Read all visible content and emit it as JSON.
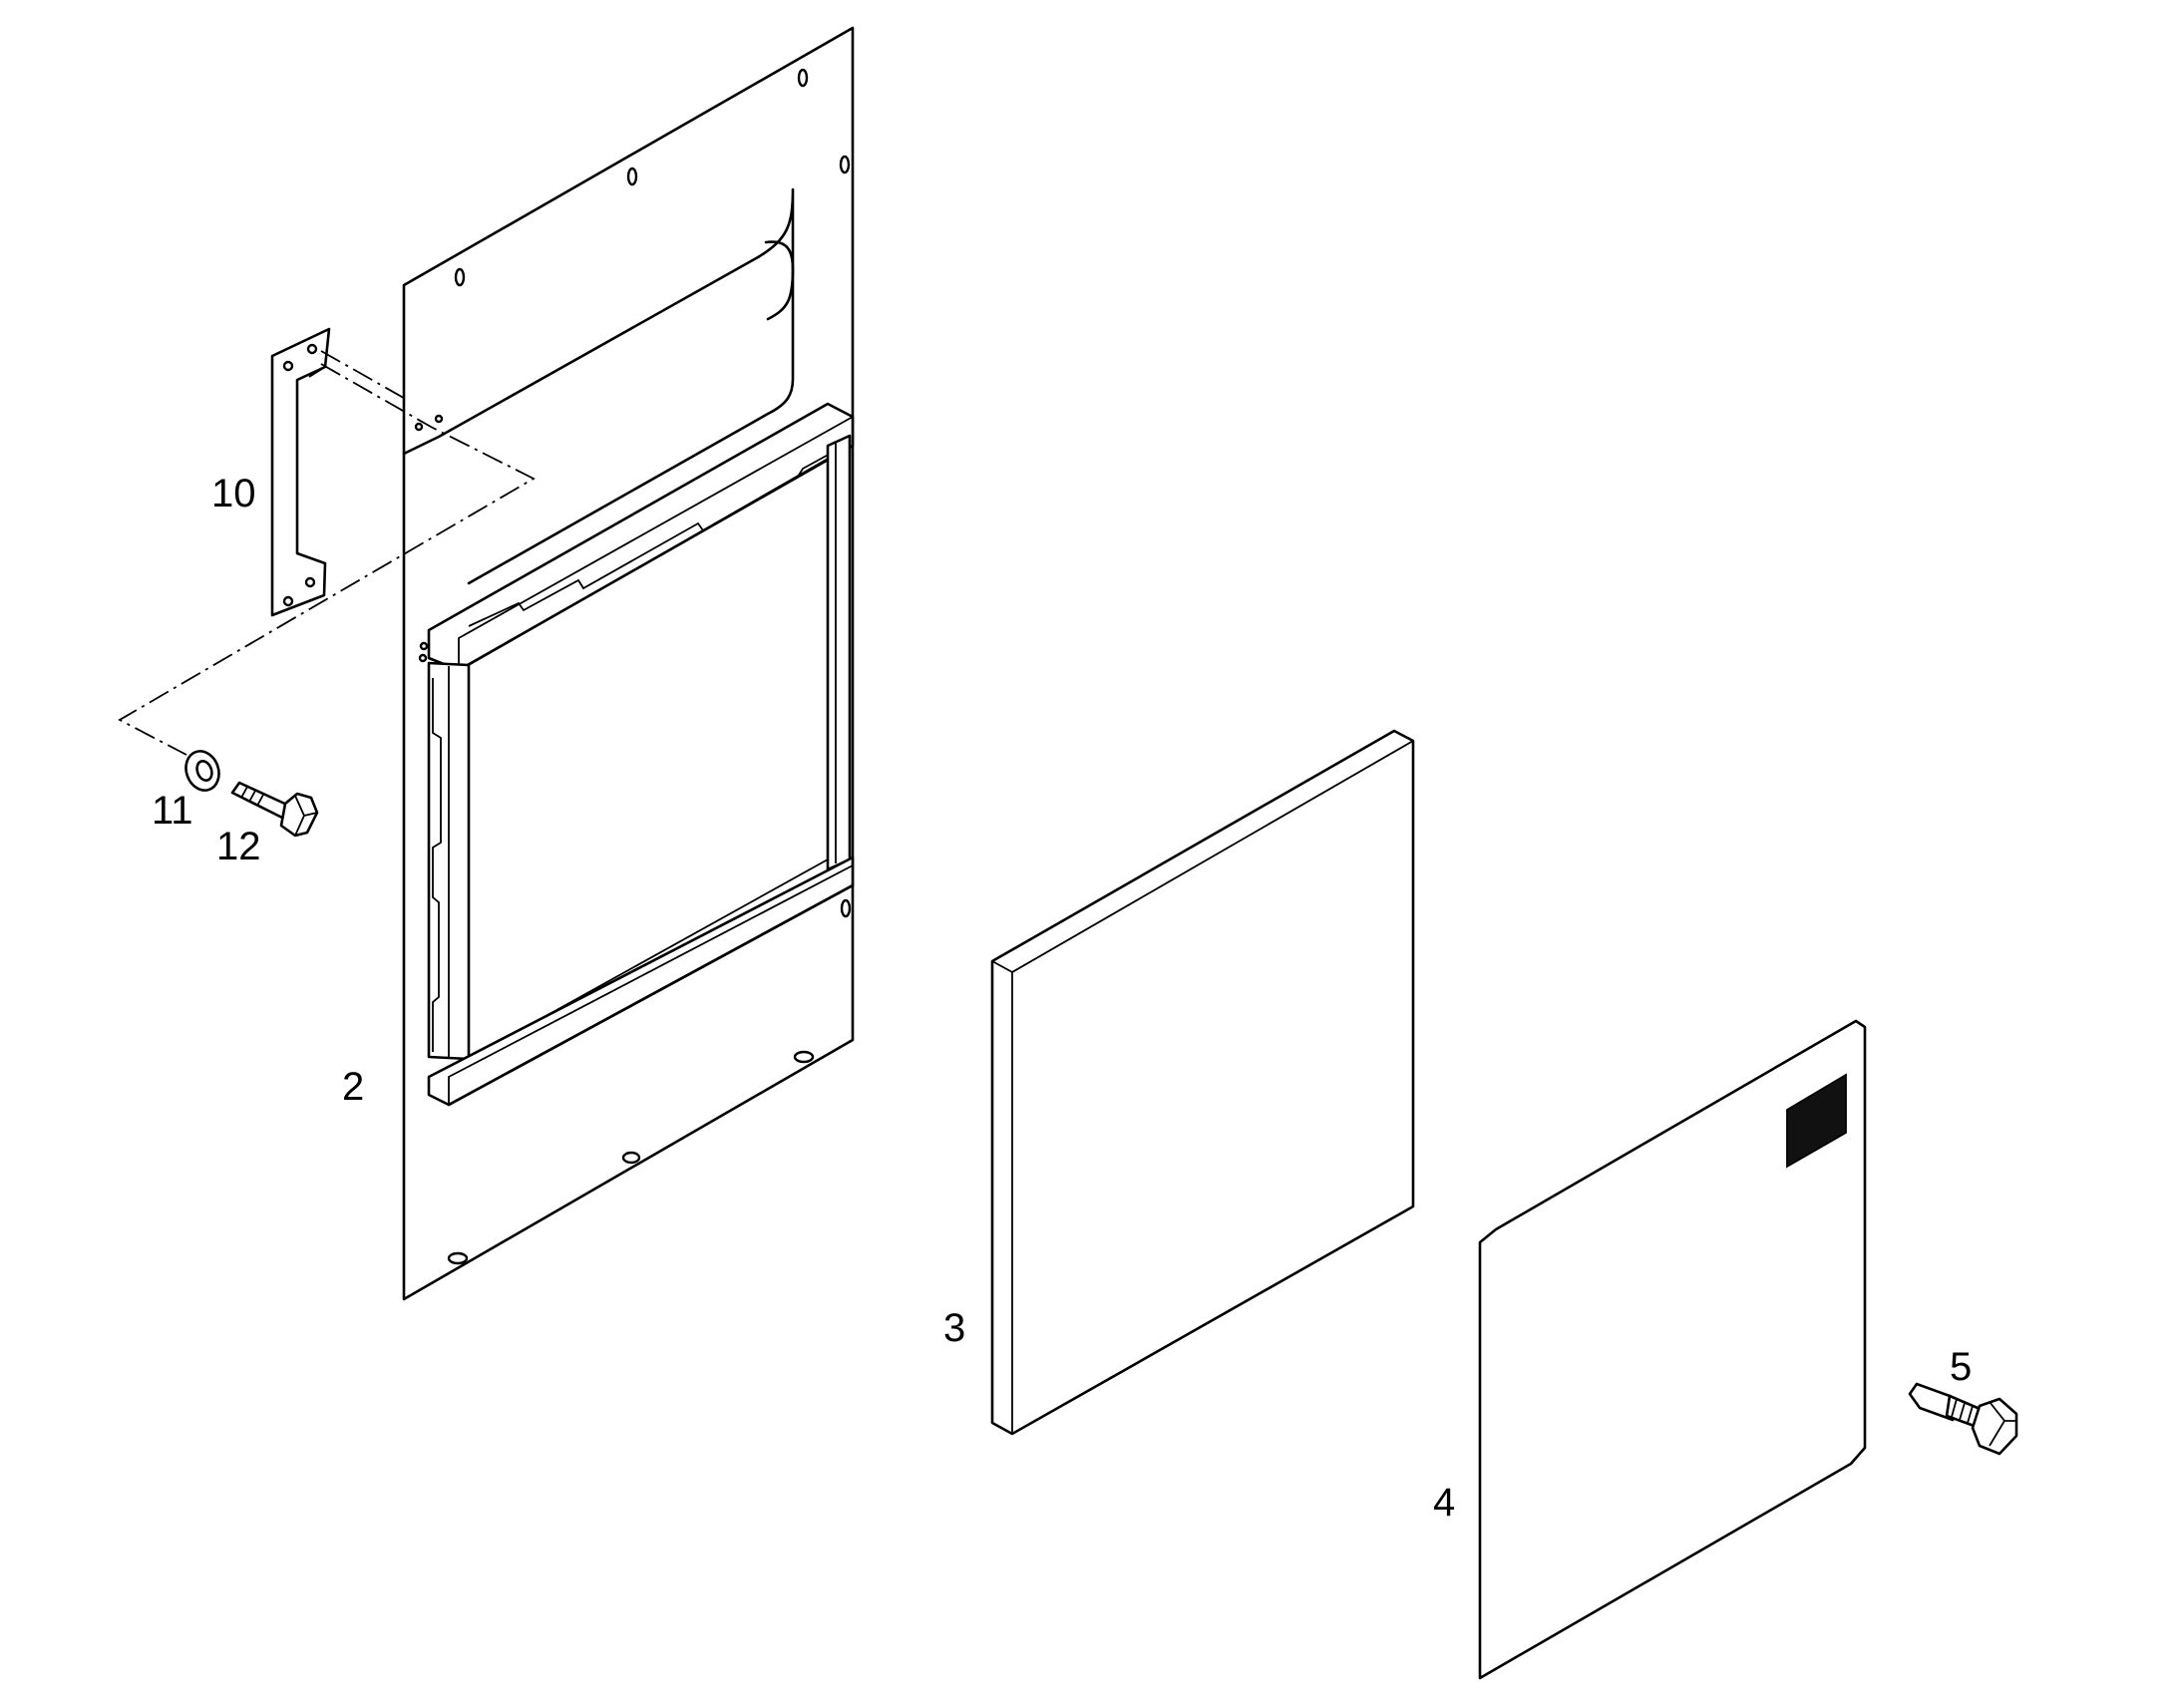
{
  "callouts": {
    "item_2": "2",
    "item_3": "3",
    "item_4": "4",
    "item_5": "5",
    "item_10": "10",
    "item_11": "11",
    "item_12": "12"
  },
  "colors": {
    "line": "#000000",
    "background": "#ffffff"
  }
}
